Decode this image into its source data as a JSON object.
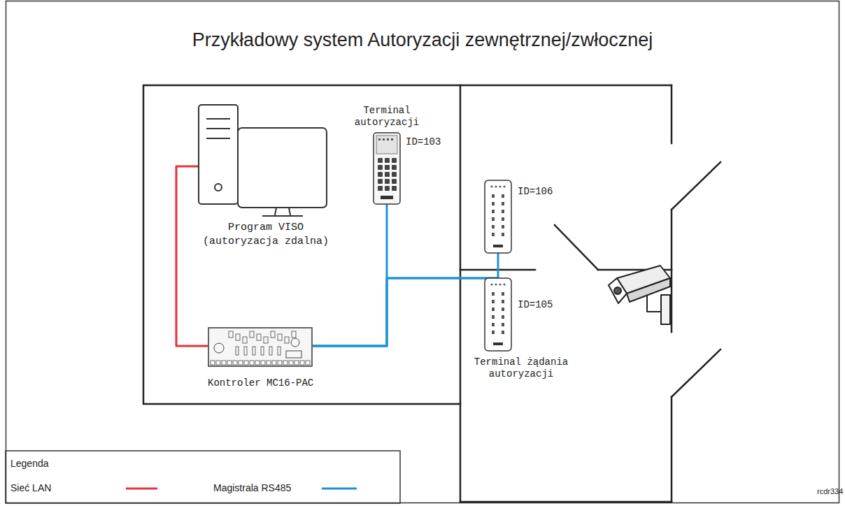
{
  "diagram": {
    "title": "Przykładowy system Autoryzacji zewnętrznej/zwłocznej",
    "nodes": [
      {
        "text": [
          "Terminal autoryzacji",
          "ID=103"
        ]
      },
      {
        "text": [
          "Program VISO (autoryzacja zdalna)"
        ]
      },
      {
        "text": [
          "ID=106"
        ]
      },
      {
        "text": [
          "ID=105",
          "Terminal żądania autoryzacji"
        ]
      },
      {
        "text": [
          "Kontroler MC16-PAC"
        ]
      }
    ],
    "edges": [
      {
        "from": 1,
        "to": 4,
        "arrow": "none"
      },
      {
        "from": 4,
        "to": 0,
        "arrow": "none"
      },
      {
        "from": 4,
        "to": 2,
        "arrow": "none"
      },
      {
        "from": 4,
        "to": 3,
        "arrow": "none"
      }
    ],
    "labels": [
      "Legenda",
      "rcdr334"
    ],
    "legend": [
      {
        "text": "Sieć LAN"
      },
      {
        "text": "Magistrala RS485"
      }
    ]
  }
}
